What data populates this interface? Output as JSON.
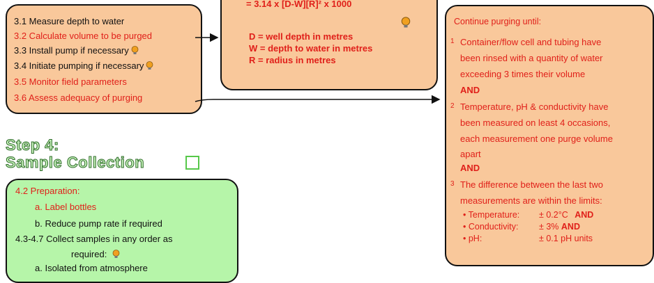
{
  "step3_box": {
    "items": [
      {
        "text": "3.1 Measure depth to water",
        "color": "#111111",
        "bulb": false
      },
      {
        "text": "3.2 Calculate volume to be purged",
        "color": "#e0201a",
        "bulb": false
      },
      {
        "text": "3.3 Install pump if necessary",
        "color": "#111111",
        "bulb": true
      },
      {
        "text": "3.4 Initiate pumping if necessary",
        "color": "#111111",
        "bulb": true
      },
      {
        "text": "3.5 Monitor field parameters",
        "color": "#e0201a",
        "bulb": false
      },
      {
        "text": "3.6 Assess adequacy of purging",
        "color": "#e0201a",
        "bulb": false
      }
    ]
  },
  "formula_box": {
    "formula": "= 3.14 x [D-W][R]² x 1000",
    "d_def": "D = well depth in metres",
    "w_def": "W = depth to water in metres",
    "r_def": "R = radius in metres"
  },
  "purge_box": {
    "heading": "Continue purging until:",
    "c1_num": "1",
    "c1_lines": [
      "Container/flow cell and tubing have",
      "been rinsed with a quantity of water",
      "exceeding 3 times their volume"
    ],
    "and1": "AND",
    "c2_num": "2",
    "c2_lines": [
      "Temperature, pH & conductivity have",
      "been measured on least 4 occasions,",
      "each measurement one purge volume",
      "apart"
    ],
    "and2": "AND",
    "c3_num": "3",
    "c3_lines": [
      "The difference between the last two",
      "measurements are within the limits:"
    ],
    "limits": [
      {
        "label": "Temperature:",
        "value": "± 0.2°C",
        "suffix": "AND"
      },
      {
        "label": "Conductivity:",
        "value": "± 3%",
        "suffix": "AND"
      },
      {
        "label": "pH:",
        "value": "± 0.1 pH units",
        "suffix": ""
      }
    ]
  },
  "step4": {
    "title_line1": "Step 4:",
    "title_line2": "Sample Collection"
  },
  "sample_box": {
    "prep": "4.2 Preparation:",
    "prep_a": "a. Label bottles",
    "prep_b": "b. Reduce pump rate if required",
    "collect_l1": "4.3-4.7  Collect samples in any order as",
    "collect_l2": "required:",
    "cut_line": "a. Isolated from atmosphere"
  },
  "colors": {
    "orange_fill": "#f9c89b",
    "green_fill": "#b6f5a9",
    "red_text": "#e0201a",
    "bulb": "#f0a020"
  }
}
